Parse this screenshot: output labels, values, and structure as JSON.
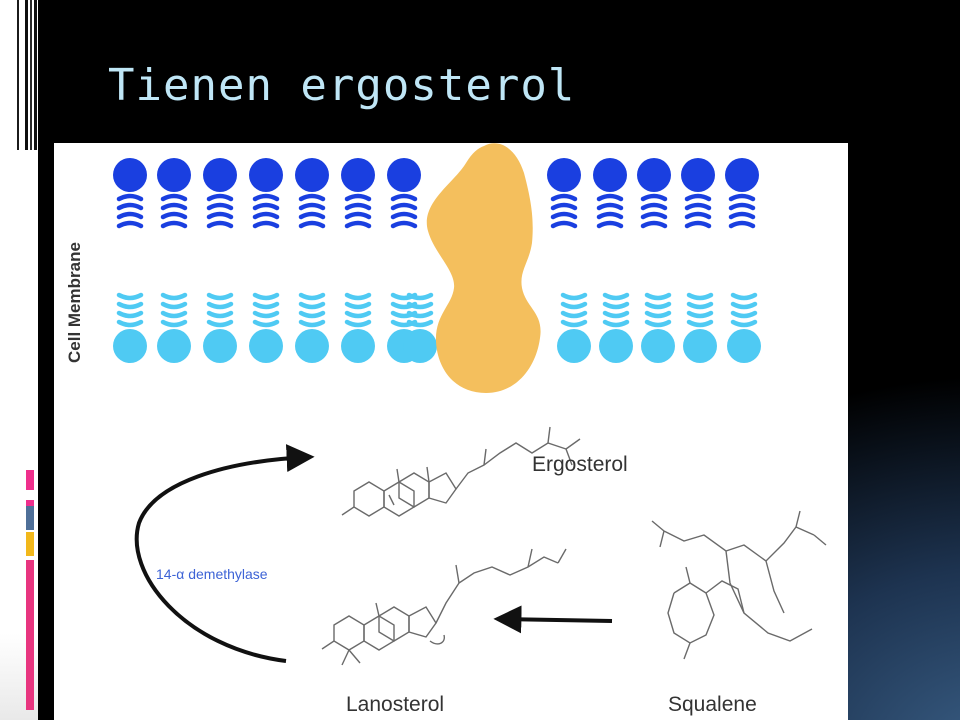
{
  "slide": {
    "title": "Tienen ergosterol"
  },
  "figure": {
    "membrane_label": "Cell Membrane",
    "enzyme_label": "14-α demethylase",
    "molecules": {
      "ergosterol": "Ergosterol",
      "lanosterol": "Lanosterol",
      "squalene": "Squalene"
    },
    "colors": {
      "lipid_dark": "#1a3fe0",
      "lipid_light": "#4fcaf3",
      "sterol": "#f4bf5d",
      "enzyme_text": "#3d63d6",
      "bond": "#6a6a6a"
    }
  }
}
